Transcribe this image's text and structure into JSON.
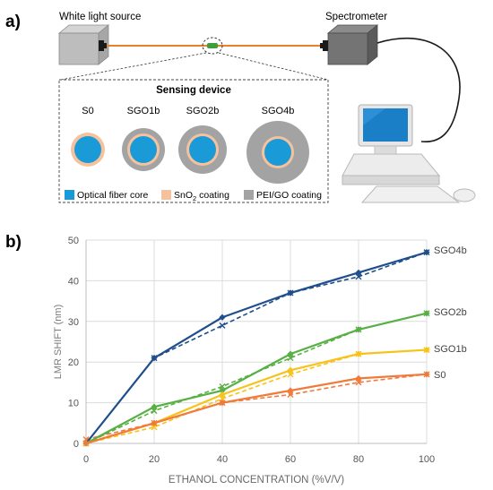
{
  "panel_a": {
    "label": "a)",
    "source_label": "White light source",
    "spectrometer_label": "Spectrometer",
    "device_title": "Sensing device",
    "samples": [
      {
        "name": "S0",
        "ring": "none"
      },
      {
        "name": "SGO1b",
        "ring": "thin"
      },
      {
        "name": "SGO2b",
        "ring": "medium"
      },
      {
        "name": "SGO4b",
        "ring": "thick"
      }
    ],
    "legend": [
      {
        "text": "Optical fiber core",
        "color": "#1a9ad6"
      },
      {
        "text": "SnO",
        "sub": "2",
        "suffix": " coating",
        "color": "#f6c29d"
      },
      {
        "text": "PEI/GO coating",
        "color": "#a3a3a3"
      }
    ],
    "colors": {
      "fiber": "#e8822a",
      "core": "#1a9ad6",
      "sno2": "#f6c29d",
      "peigo": "#a3a3a3"
    }
  },
  "panel_b": {
    "label": "b)",
    "chart_data": {
      "type": "line",
      "title": "",
      "xlabel": "ETHANOL CONCENTRATION (%V/V)",
      "ylabel": "LMR SHIFT (nm)",
      "xlim": [
        0,
        100
      ],
      "ylim": [
        0,
        50
      ],
      "xticks": [
        0,
        20,
        40,
        60,
        80,
        100
      ],
      "yticks": [
        0,
        10,
        20,
        30,
        40,
        50
      ],
      "grid": true,
      "x": [
        0,
        20,
        40,
        60,
        80,
        100
      ],
      "series": [
        {
          "name": "SGO4b",
          "color": "#1f4e8c",
          "values": [
            0,
            21,
            31,
            37,
            42,
            47
          ],
          "fit": [
            0,
            21,
            29,
            37,
            41,
            47
          ]
        },
        {
          "name": "SGO2b",
          "color": "#58b044",
          "values": [
            0,
            9,
            13,
            22,
            28,
            32
          ],
          "fit": [
            0,
            8,
            14,
            21,
            28,
            32
          ]
        },
        {
          "name": "SGO1b",
          "color": "#f7c21a",
          "values": [
            0,
            5,
            12,
            18,
            22,
            23
          ],
          "fit": [
            0,
            4,
            11,
            17,
            22,
            23
          ]
        },
        {
          "name": "S0",
          "color": "#f07a3c",
          "values": [
            0,
            5,
            10,
            13,
            16,
            17
          ],
          "fit": [
            1,
            5,
            10,
            12,
            15,
            17
          ]
        }
      ]
    }
  }
}
